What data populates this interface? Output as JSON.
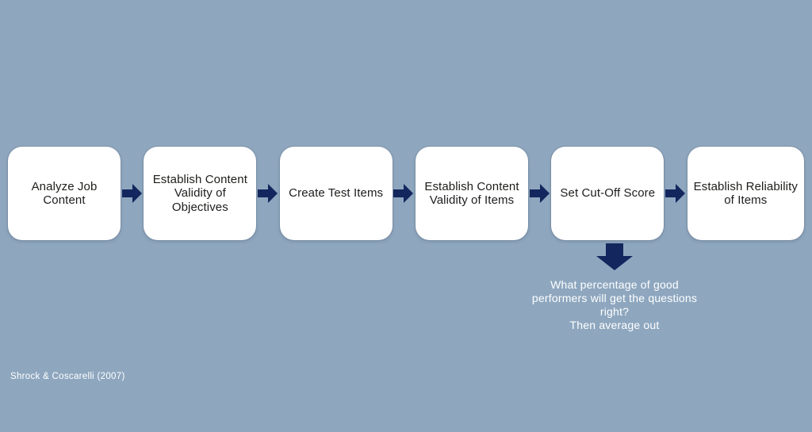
{
  "colors": {
    "background": "#8EA7BF",
    "arrow": "#13265D",
    "box_fill": "#FFFFFF",
    "box_text": "#1D1D1B",
    "light_text": "#FFFFFF"
  },
  "flow": {
    "boxes": [
      {
        "label": "Analyze Job Content",
        "lines": [
          "Analyze Job",
          "Content"
        ]
      },
      {
        "label": "Establish Content Validity of Objectives",
        "lines": [
          "Establish Content",
          "Validity of",
          "Objectives"
        ]
      },
      {
        "label": "Create Test Items",
        "lines": [
          "Create Test Items"
        ]
      },
      {
        "label": "Establish Content Validity of Items",
        "lines": [
          "Establish Content",
          "Validity of Items"
        ]
      },
      {
        "label": "Set Cut-Off Score",
        "lines": [
          "Set Cut-Off Score"
        ]
      },
      {
        "label": "Establish Reliability of Items",
        "lines": [
          "Establish Reliability",
          "of Items"
        ]
      }
    ]
  },
  "annotation": {
    "lines": [
      "What percentage of good",
      "performers will get the questions",
      "right?",
      "Then average out"
    ]
  },
  "citation": "Shrock & Coscarelli (2007)"
}
